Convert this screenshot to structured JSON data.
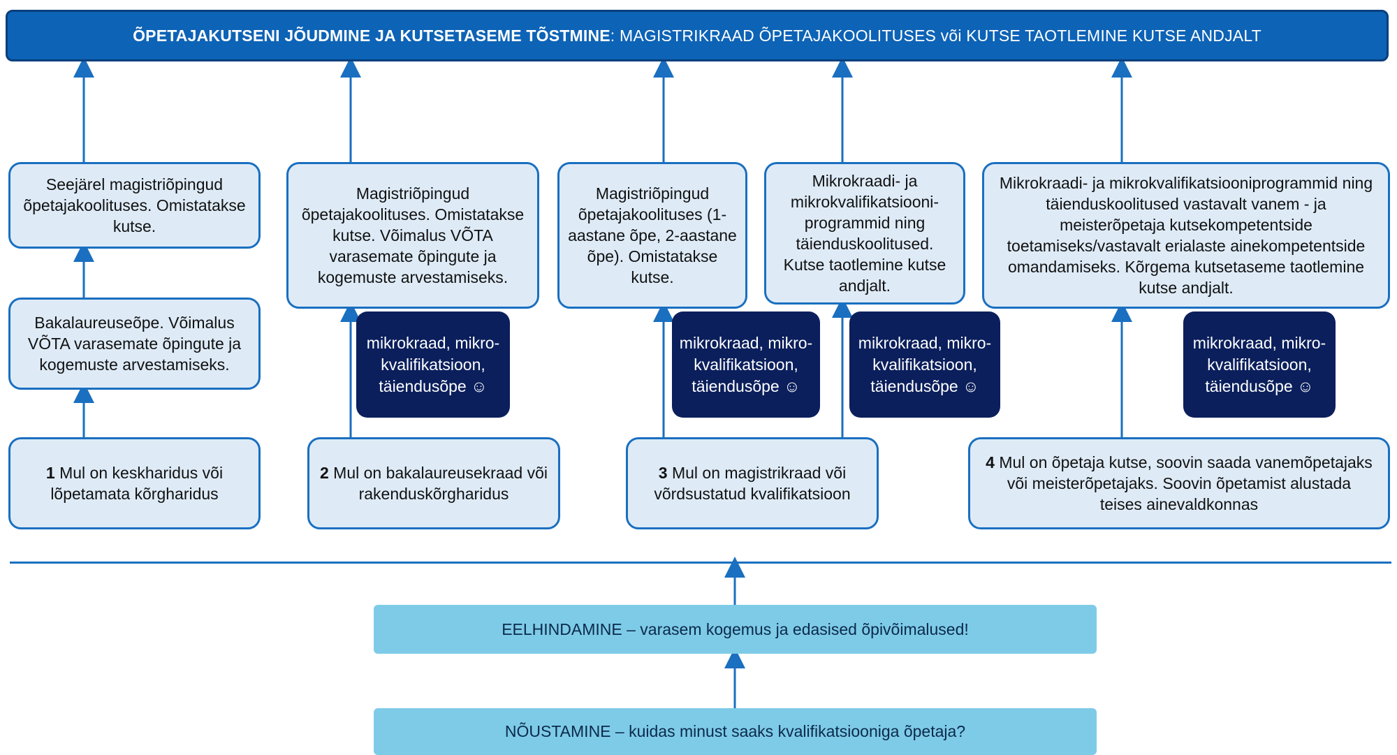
{
  "banner": {
    "bold": "ÕPETAJAKUTSENI JÕUDMINE JA KUTSETASEME TÕSTMINE",
    "rest": ": MAGISTRIKRAAD ÕPETAJAKOOLITUSES või KUTSE TAOTLEMINE KUTSE ANDJALT"
  },
  "path1": {
    "upper": "Seejärel magistriõpingud õpetajakoolituses. Omistatakse kutse.",
    "middle": "Bakalaureuseõpe. Võimalus VÕTA varasemate õpingute ja kogemuste arvestamiseks.",
    "start_num": "1",
    "start_text": " Mul on keskharidus või lõpetamata kõrgharidus"
  },
  "path2": {
    "upper": "Magistriõpingud õpetajakoolituses. Omistatakse kutse. Võimalus VÕTA varasemate õpingute ja kogemuste arvestamiseks.",
    "micro": "mikrokraad, mikro-kvalifikatsioon, täiendusõpe ☺",
    "start_num": "2",
    "start_text": " Mul on bakalaureusekraad või rakenduskõrgharidus"
  },
  "path3": {
    "upper_left": "Magistriõpingud õpetajakoolituses (1-aastane õpe, 2-aastane õpe). Omistatakse kutse.",
    "upper_right": "Mikrokraadi- ja mikrokvalifikatsiooni-programmid ning täienduskoolitused. Kutse taotlemine kutse andjalt.",
    "micro_left": "mikrokraad, mikro-kvalifikatsioon, täiendusõpe ☺",
    "micro_right": "mikrokraad, mikro-kvalifikatsioon, täiendusõpe ☺",
    "start_num": "3",
    "start_text": " Mul on magistrikraad või võrdsustatud kvalifikatsioon"
  },
  "path4": {
    "upper": "Mikrokraadi- ja mikrokvalifikatsiooniprogrammid ning täienduskoolitused vastavalt vanem - ja meisterõpetaja kutsekompetentside toetamiseks/vastavalt erialaste ainekompetentside omandamiseks. Kõrgema kutsetaseme taotlemine kutse andjalt.",
    "micro": "mikrokraad, mikro-kvalifikatsioon, täiendusõpe ☺",
    "start_num": "4",
    "start_text": " Mul on õpetaja kutse, soovin saada vanemõpetajaks või meisterõpetajaks. Soovin õpetamist alustada teises ainevaldkonnas"
  },
  "eelhindamine": "EELHINDAMINE – varasem kogemus ja edasised õpivõimalused!",
  "noustamine": "NÕUSTAMINE – kuidas minust saaks kvalifikatsiooniga õpetaja?",
  "colors": {
    "banner": "#0d63b6",
    "box_fill": "#deebf7",
    "box_border": "#1a6fc0",
    "dark_box": "#0b1f5c",
    "bar": "#7ecbe8"
  }
}
